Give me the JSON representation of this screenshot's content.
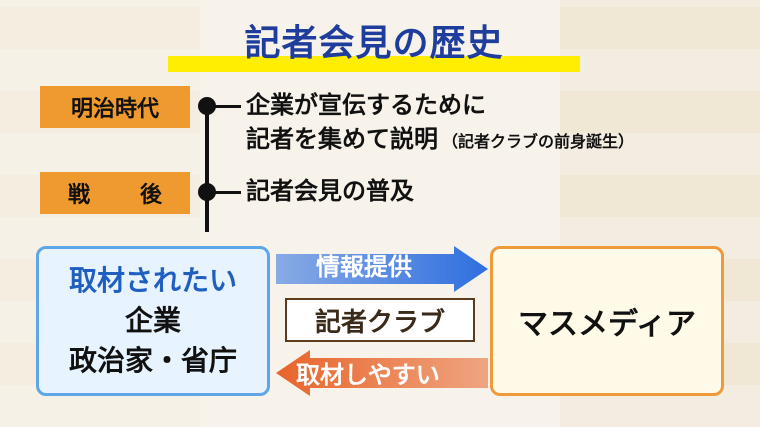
{
  "title": "記者会見の歴史",
  "timeline": [
    {
      "era": "明治時代",
      "lines": [
        "企業が宣伝するために",
        "記者を集めて説明"
      ],
      "note": "（記者クラブの前身誕生）"
    },
    {
      "era": "戦　後",
      "lines": [
        "記者会見の普及"
      ]
    }
  ],
  "left_box": {
    "highlight": "取材されたい",
    "line2": "企業",
    "line3": "政治家・省庁"
  },
  "right_box": {
    "label": "マスメディア"
  },
  "flow_right": {
    "label": "情報提供"
  },
  "flow_left": {
    "label": "取材しやすい"
  },
  "center_label": "記者クラブ",
  "colors": {
    "title": "#1f3d9c",
    "title_bar": "#ffee00",
    "era_bg": "#ef9a2e",
    "arrow_blue": "#2f6fe0",
    "arrow_orange": "#e8642a"
  }
}
